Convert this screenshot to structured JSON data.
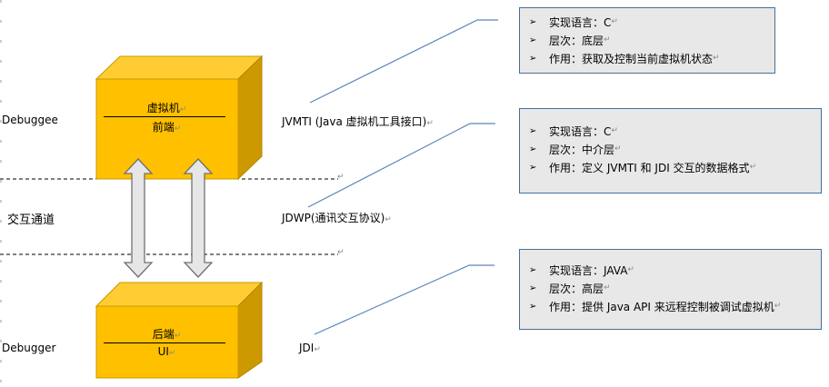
{
  "layers": {
    "debuggee": "Debuggee",
    "channel": "交互通道",
    "debugger": "Debugger"
  },
  "boxes": {
    "top": {
      "line1": "虚拟机",
      "line2": "前端",
      "front_color": "#ffc000",
      "top_color": "#ffcd33",
      "side_color": "#cc9a00"
    },
    "bottom": {
      "line1": "后端",
      "line2": "UI",
      "front_color": "#ffc000",
      "top_color": "#ffcd33",
      "side_color": "#cc9a00"
    }
  },
  "interfaces": {
    "jvmti": "JVMTI (Java 虚拟机工具接口)",
    "jdwp": "JDWP(通讯交互协议)",
    "jdi": "JDI"
  },
  "callouts": {
    "jvmti": {
      "items": [
        "实现语言：C",
        "层次：底层",
        "作用：获取及控制当前虚拟机状态"
      ]
    },
    "jdwp": {
      "items": [
        "实现语言：C",
        "层次：中介层",
        "作用：定义 JVMTI 和 JDI 交互的数据格式"
      ]
    },
    "jdi": {
      "items": [
        "实现语言：JAVA",
        "层次：高层",
        "作用：提供 Java API 来远程控制被调试虚拟机"
      ]
    }
  },
  "icons": {
    "bullet": "➢",
    "paragraph_mark": "↵"
  },
  "colors": {
    "connector": "#5b87b8",
    "callout_border": "#41719c",
    "callout_bg": "#e8e8e8",
    "arrow_fill": "#e6e6e6",
    "arrow_stroke": "#707070"
  }
}
